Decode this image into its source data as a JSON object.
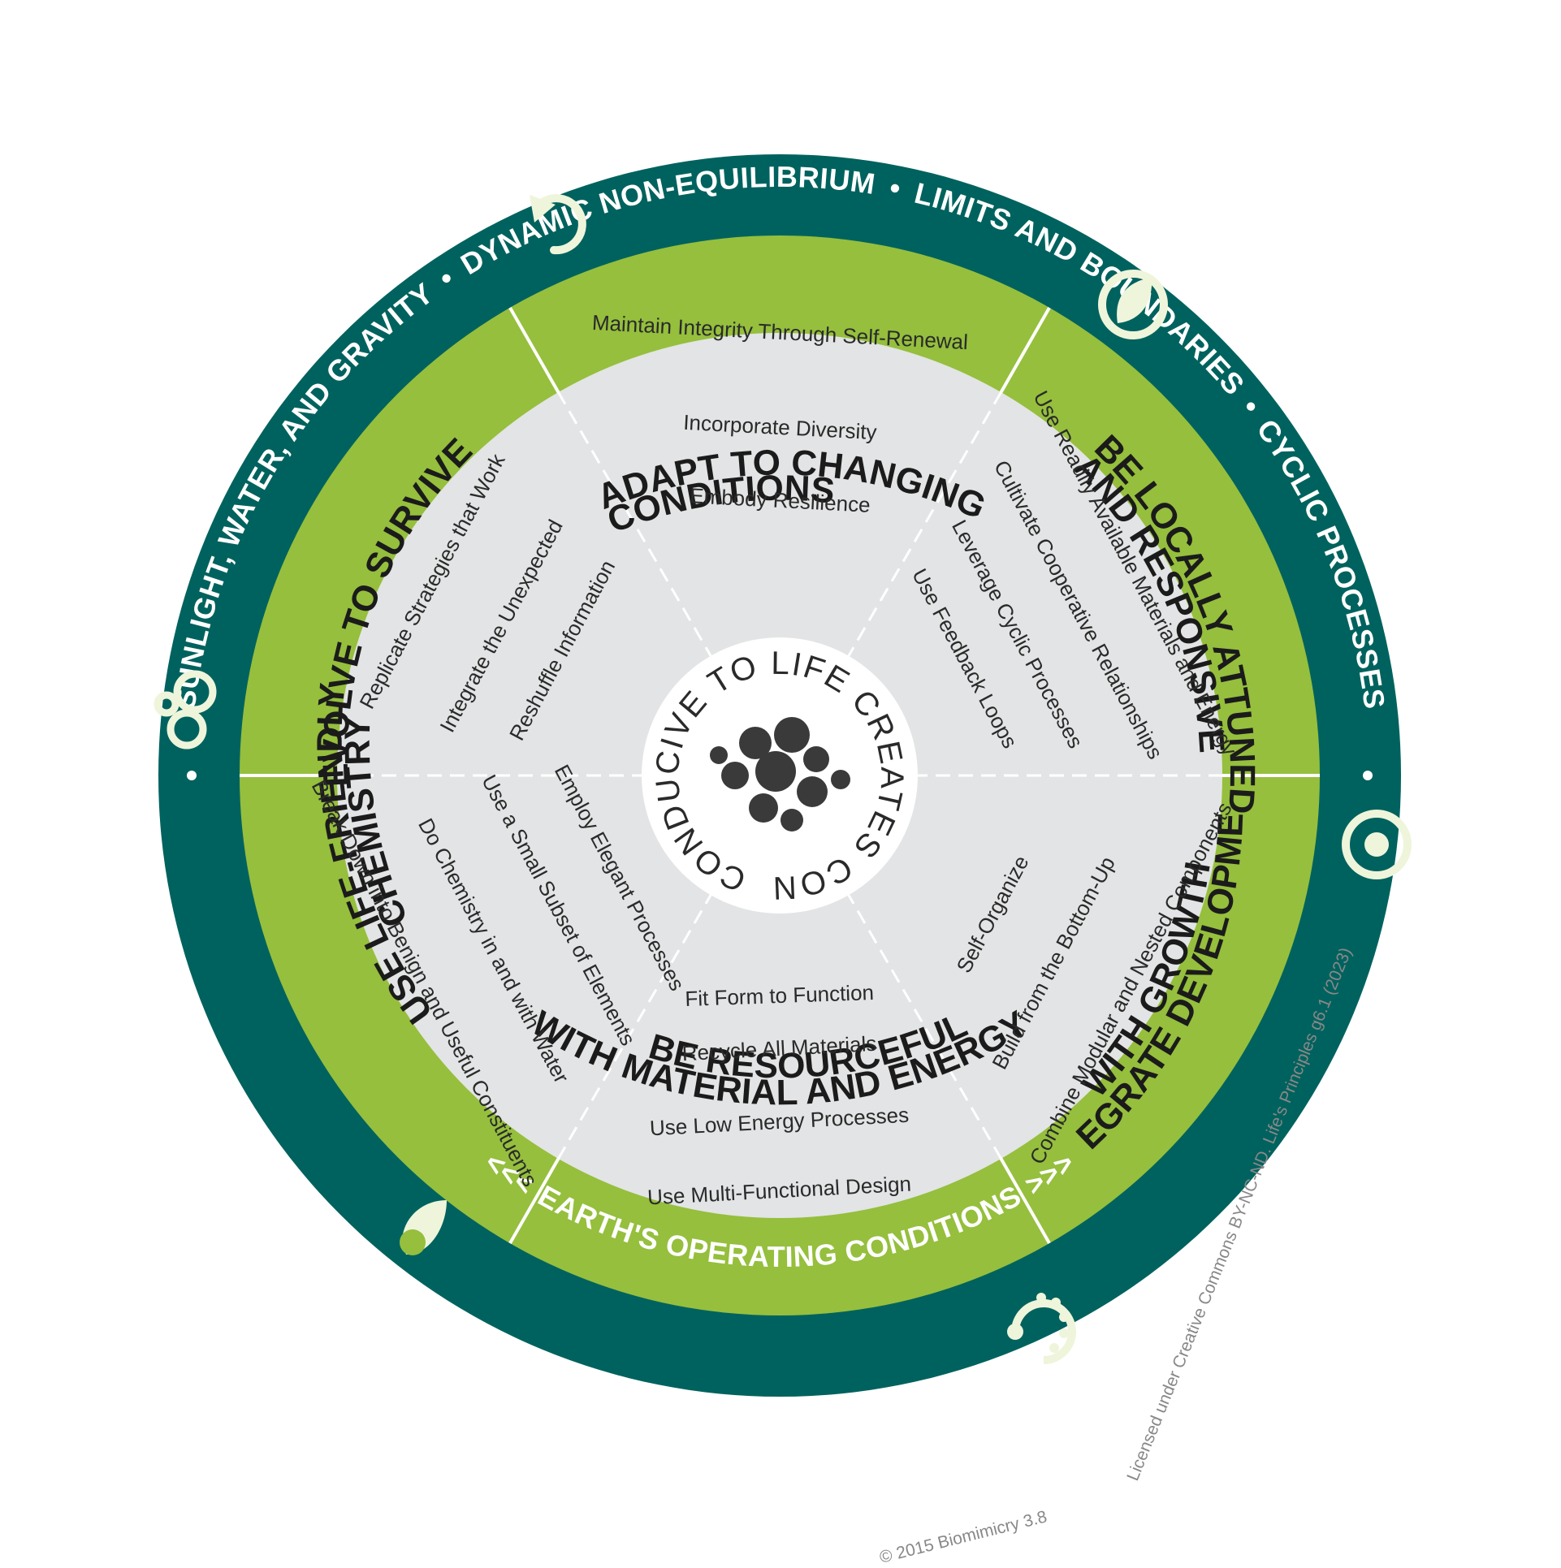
{
  "operating_conditions": {
    "items": [
      "SUNLIGHT, WATER, AND GRAVITY",
      "DYNAMIC NON-EQUILIBRIUM",
      "LIMITS AND BOUNDARIES",
      "CYCLIC PROCESSES"
    ],
    "bottom_label": "EARTH'S OPERATING CONDITIONS",
    "bottom_left_arrows": "<<<",
    "bottom_right_arrows": ">>>"
  },
  "center": {
    "text": "CONDUCIVE TO LIFE CREATES CONDITIONS"
  },
  "categories": [
    {
      "id": "adapt",
      "title_lines": [
        "ADAPT TO CHANGING",
        "CONDITIONS"
      ],
      "icon": "cycle-arrow-icon",
      "principles": [
        "Maintain Integrity Through Self-Renewal",
        "Incorporate Diversity",
        "Embody Resilience"
      ]
    },
    {
      "id": "locally-attuned",
      "title_lines": [
        "BE LOCALLY ATTUNED",
        "AND RESPONSIVE"
      ],
      "icon": "leaf-icon",
      "principles": [
        "Use Readily Available Materials and Energy",
        "Cultivate Cooperative Relationships",
        "Leverage Cyclic Processes",
        "Use Feedback Loops"
      ]
    },
    {
      "id": "development",
      "title_lines": [
        "INTEGRATE DEVELOPMENT",
        "WITH GROWTH"
      ],
      "icon": "target-icon",
      "principles": [
        "Self-Organize",
        "Build from the Bottom-Up",
        "Combine Modular and Nested Components"
      ]
    },
    {
      "id": "resourceful",
      "title_lines": [
        "BE RESOURCEFUL",
        "WITH MATERIAL AND ENERGY"
      ],
      "icon": "dotted-spiral-icon",
      "principles": [
        "Fit Form to Function",
        "Recycle All Materials",
        "Use Low Energy Processes",
        "Use Multi-Functional Design"
      ]
    },
    {
      "id": "chemistry",
      "title_lines": [
        "USE LIFE-FRIENDLY",
        "CHEMISTRY"
      ],
      "icon": "drop-icon",
      "principles": [
        "Employ Elegant Processes",
        "Use a Small Subset of Elements",
        "Do Chemistry in and with Water",
        "Break Down into Benign and Useful Constituents"
      ]
    },
    {
      "id": "evolve",
      "title_lines": [
        "EVOLVE TO SURVIVE"
      ],
      "icon": "bubbles-icon",
      "principles": [
        "Replicate Strategies that Work",
        "Integrate the Unexpected",
        "Reshuffle Information"
      ]
    }
  ],
  "credits": {
    "copyright": "© 2015 Biomimicry 3.8",
    "license": "Licensed under Creative Commons BY-NC-ND. Life's Principles g6.1 (2023)"
  },
  "colors": {
    "outer_ring": "#00625e",
    "category_ring": "#95bf3d",
    "inner_disc": "#e3e4e5",
    "divider": "#ffffff",
    "center_disc": "#ffffff",
    "icon": "#eef5db"
  }
}
